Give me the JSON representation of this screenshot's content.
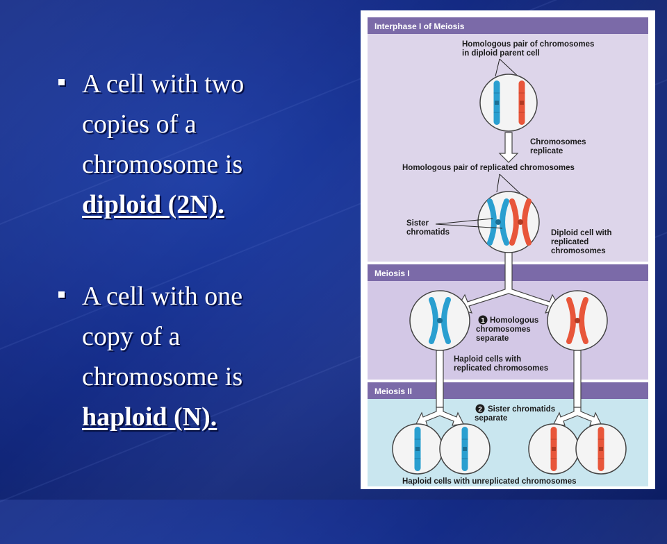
{
  "bullets": [
    {
      "text": "A cell with two copies of a chromosome is ",
      "term": "diploid (2N)",
      "suffix": "."
    },
    {
      "text": "A cell with one copy of a chromosome is ",
      "term": "haploid (N).",
      "suffix": ""
    }
  ],
  "figure": {
    "sections": [
      {
        "title": "Interphase I of Meiosis"
      },
      {
        "title": "Meiosis I"
      },
      {
        "title": "Meiosis II"
      }
    ],
    "labels": {
      "homologous_pair_line1": "Homologous pair of chromosomes",
      "homologous_pair_line2": "in diploid parent cell",
      "chromosomes_replicate_line1": "Chromosomes",
      "chromosomes_replicate_line2": "replicate",
      "homologous_replicated": "Homologous pair of replicated chromosomes",
      "sister_line1": "Sister",
      "sister_line2": "chromatids",
      "diploid_cell_line1": "Diploid cell with",
      "diploid_cell_line2": "replicated",
      "diploid_cell_line3": "chromosomes",
      "step1_number": "1",
      "step1_line1": "Homologous",
      "step1_line2": "chromosomes",
      "step1_line3": "separate",
      "haploid_replicated_line1": "Haploid cells with",
      "haploid_replicated_line2": "replicated chromosomes",
      "step2_number": "2",
      "step2_line1": "Sister chromatids",
      "step2_line2": "separate",
      "haploid_unreplicated": "Haploid cells with unreplicated chromosomes"
    },
    "colors": {
      "header": "#7b6aa8",
      "interphase_bg": "#ddd5ea",
      "meiosis1_bg": "#d3c8e6",
      "meiosis2_bg": "#c9e6ef",
      "blue_chromosome": "#2a9fd0",
      "red_chromosome": "#e8563a",
      "cell_fill": "#f4f4f4"
    }
  }
}
